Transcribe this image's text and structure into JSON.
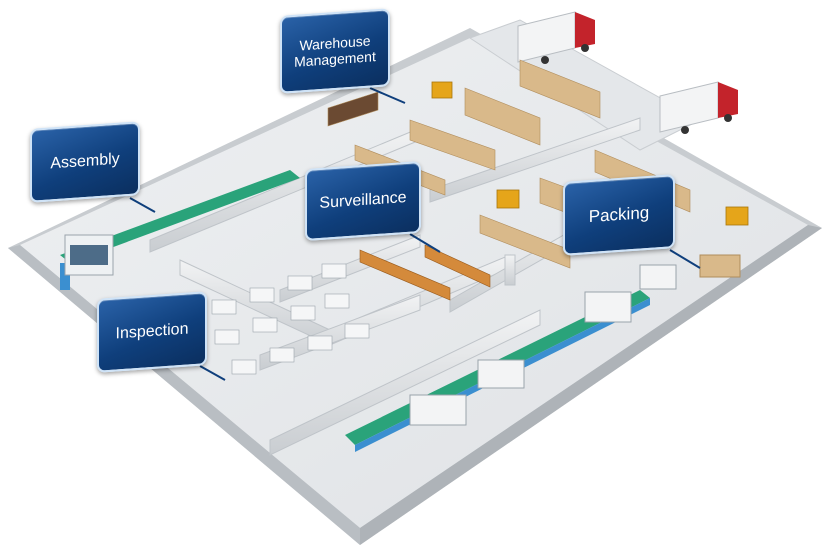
{
  "labels": {
    "warehouse": "Warehouse\nManagement",
    "assembly": "Assembly",
    "surveillance": "Surveillance",
    "packing": "Packing",
    "inspection": "Inspection"
  },
  "colors": {
    "callout_fill": "#0f3f7c",
    "callout_border": "#cfe3f7",
    "floor": "#e9ecef",
    "wall": "#d3d7db",
    "truck_cab": "#c3232b",
    "box": "#d9b98a",
    "forklift": "#e5a51a",
    "conveyor": "#2aa37a"
  }
}
